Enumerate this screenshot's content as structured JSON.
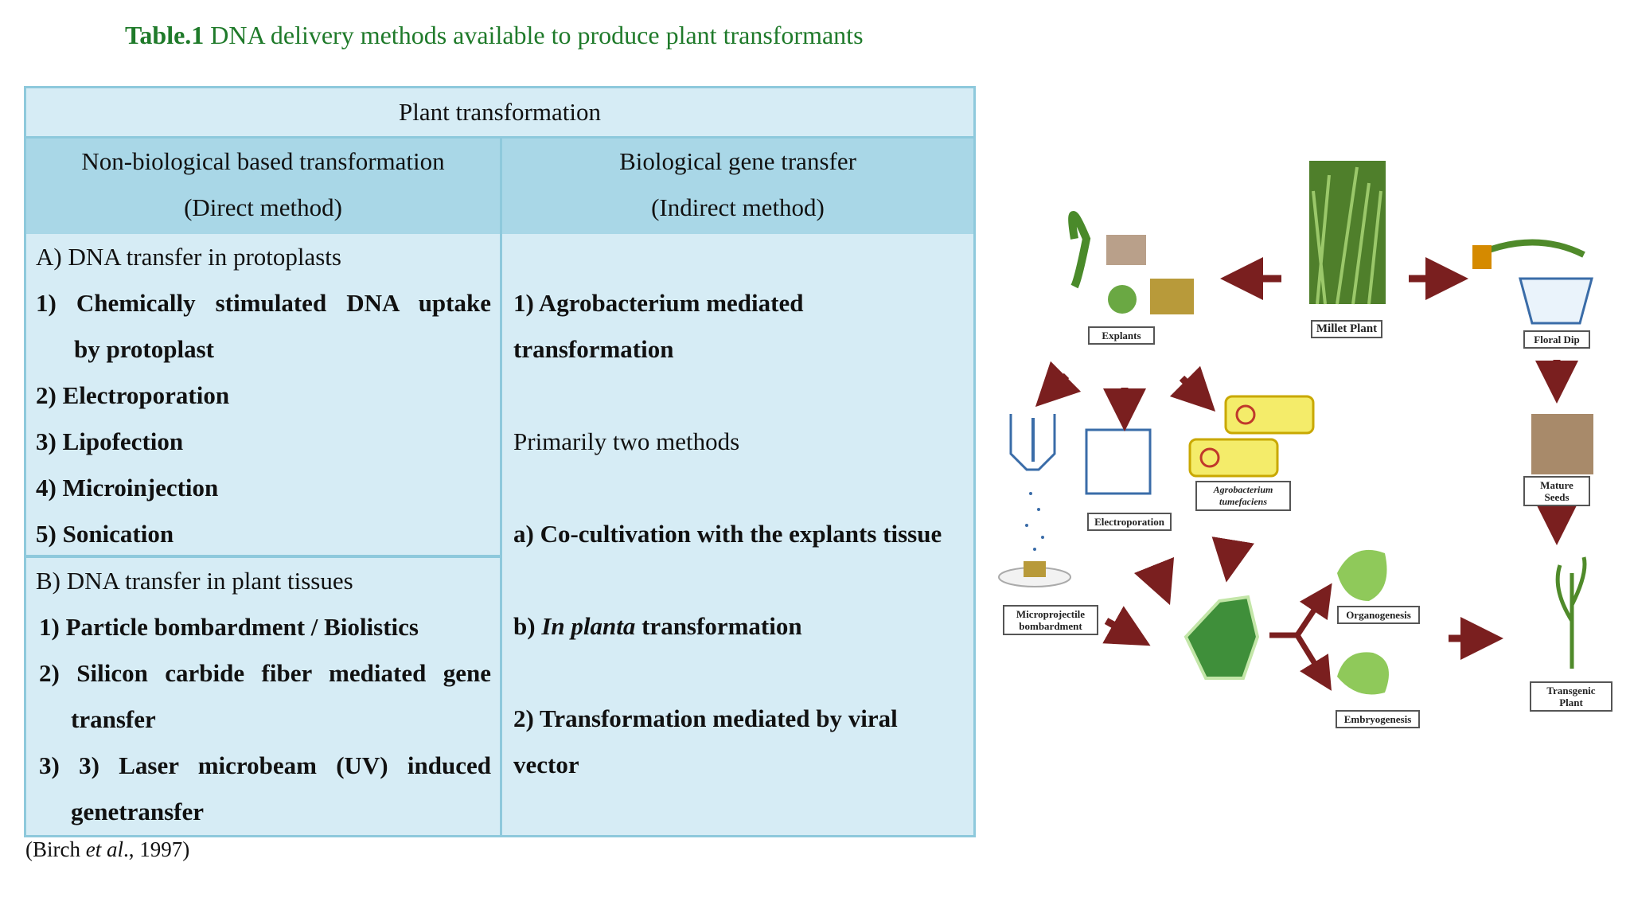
{
  "caption": {
    "prefix": "Table.1",
    "text": " DNA delivery methods available to produce plant transformants"
  },
  "table": {
    "title": "Plant transformation",
    "left_header": {
      "line1": "Non-biological based transformation",
      "line2": "(Direct method)"
    },
    "right_header": {
      "line1": "Biological gene transfer",
      "line2": "(Indirect method)"
    },
    "section_a": {
      "heading": "A) DNA transfer in protoplasts",
      "item1_line1": "1)  Chemically  stimulated  DNA  uptake",
      "item1_line2": "by protoplast",
      "item2": "2) Electroporation",
      "item3": "3) Lipofection",
      "item4": "4) Microinjection",
      "item5": "5) Sonication"
    },
    "section_b": {
      "heading": "B) DNA transfer in plant tissues",
      "item1": "1)  Particle bombardment / Biolistics",
      "item2_line1": "2)  Silicon  carbide  fiber  mediated  gene",
      "item2_line2": "transfer",
      "item3_line1": "3)  3)   Laser   microbeam   (UV)   induced",
      "item3_line2": "genetransfer"
    },
    "right": {
      "item1_line1": "1) Agrobacterium mediated",
      "item1_line2": "transformation",
      "intro": "Primarily two methods",
      "item_a": "a) Co-cultivation with the explants tissue",
      "item_b_prefix": "b) ",
      "item_b_italic": "In planta",
      "item_b_suffix": " transformation",
      "item2_line1": "2) Transformation mediated by viral",
      "item2_line2": "vector"
    }
  },
  "citation": {
    "open": "(Birch ",
    "italic": "et al",
    "close": "., 1997)"
  },
  "diagram": {
    "labels": {
      "explants": "Explants",
      "millet_plant": "Millet Plant",
      "floral_dip": "Floral Dip",
      "electroporation": "Electroporation",
      "agrobacterium": "Agrobacterium tumefaciens",
      "mature_seeds": "Mature Seeds",
      "microprojectile": "Microprojectile bombardment",
      "organogenesis": "Organogenesis",
      "embryogenesis": "Embryogenesis",
      "transgenic_plant": "Transgenic Plant"
    },
    "colors": {
      "arrow": "#7a1f1f",
      "plant_green": "#5b9a2e",
      "cell_green": "#3f8f3a",
      "bacteria_yellow": "#f4ec6a"
    }
  }
}
